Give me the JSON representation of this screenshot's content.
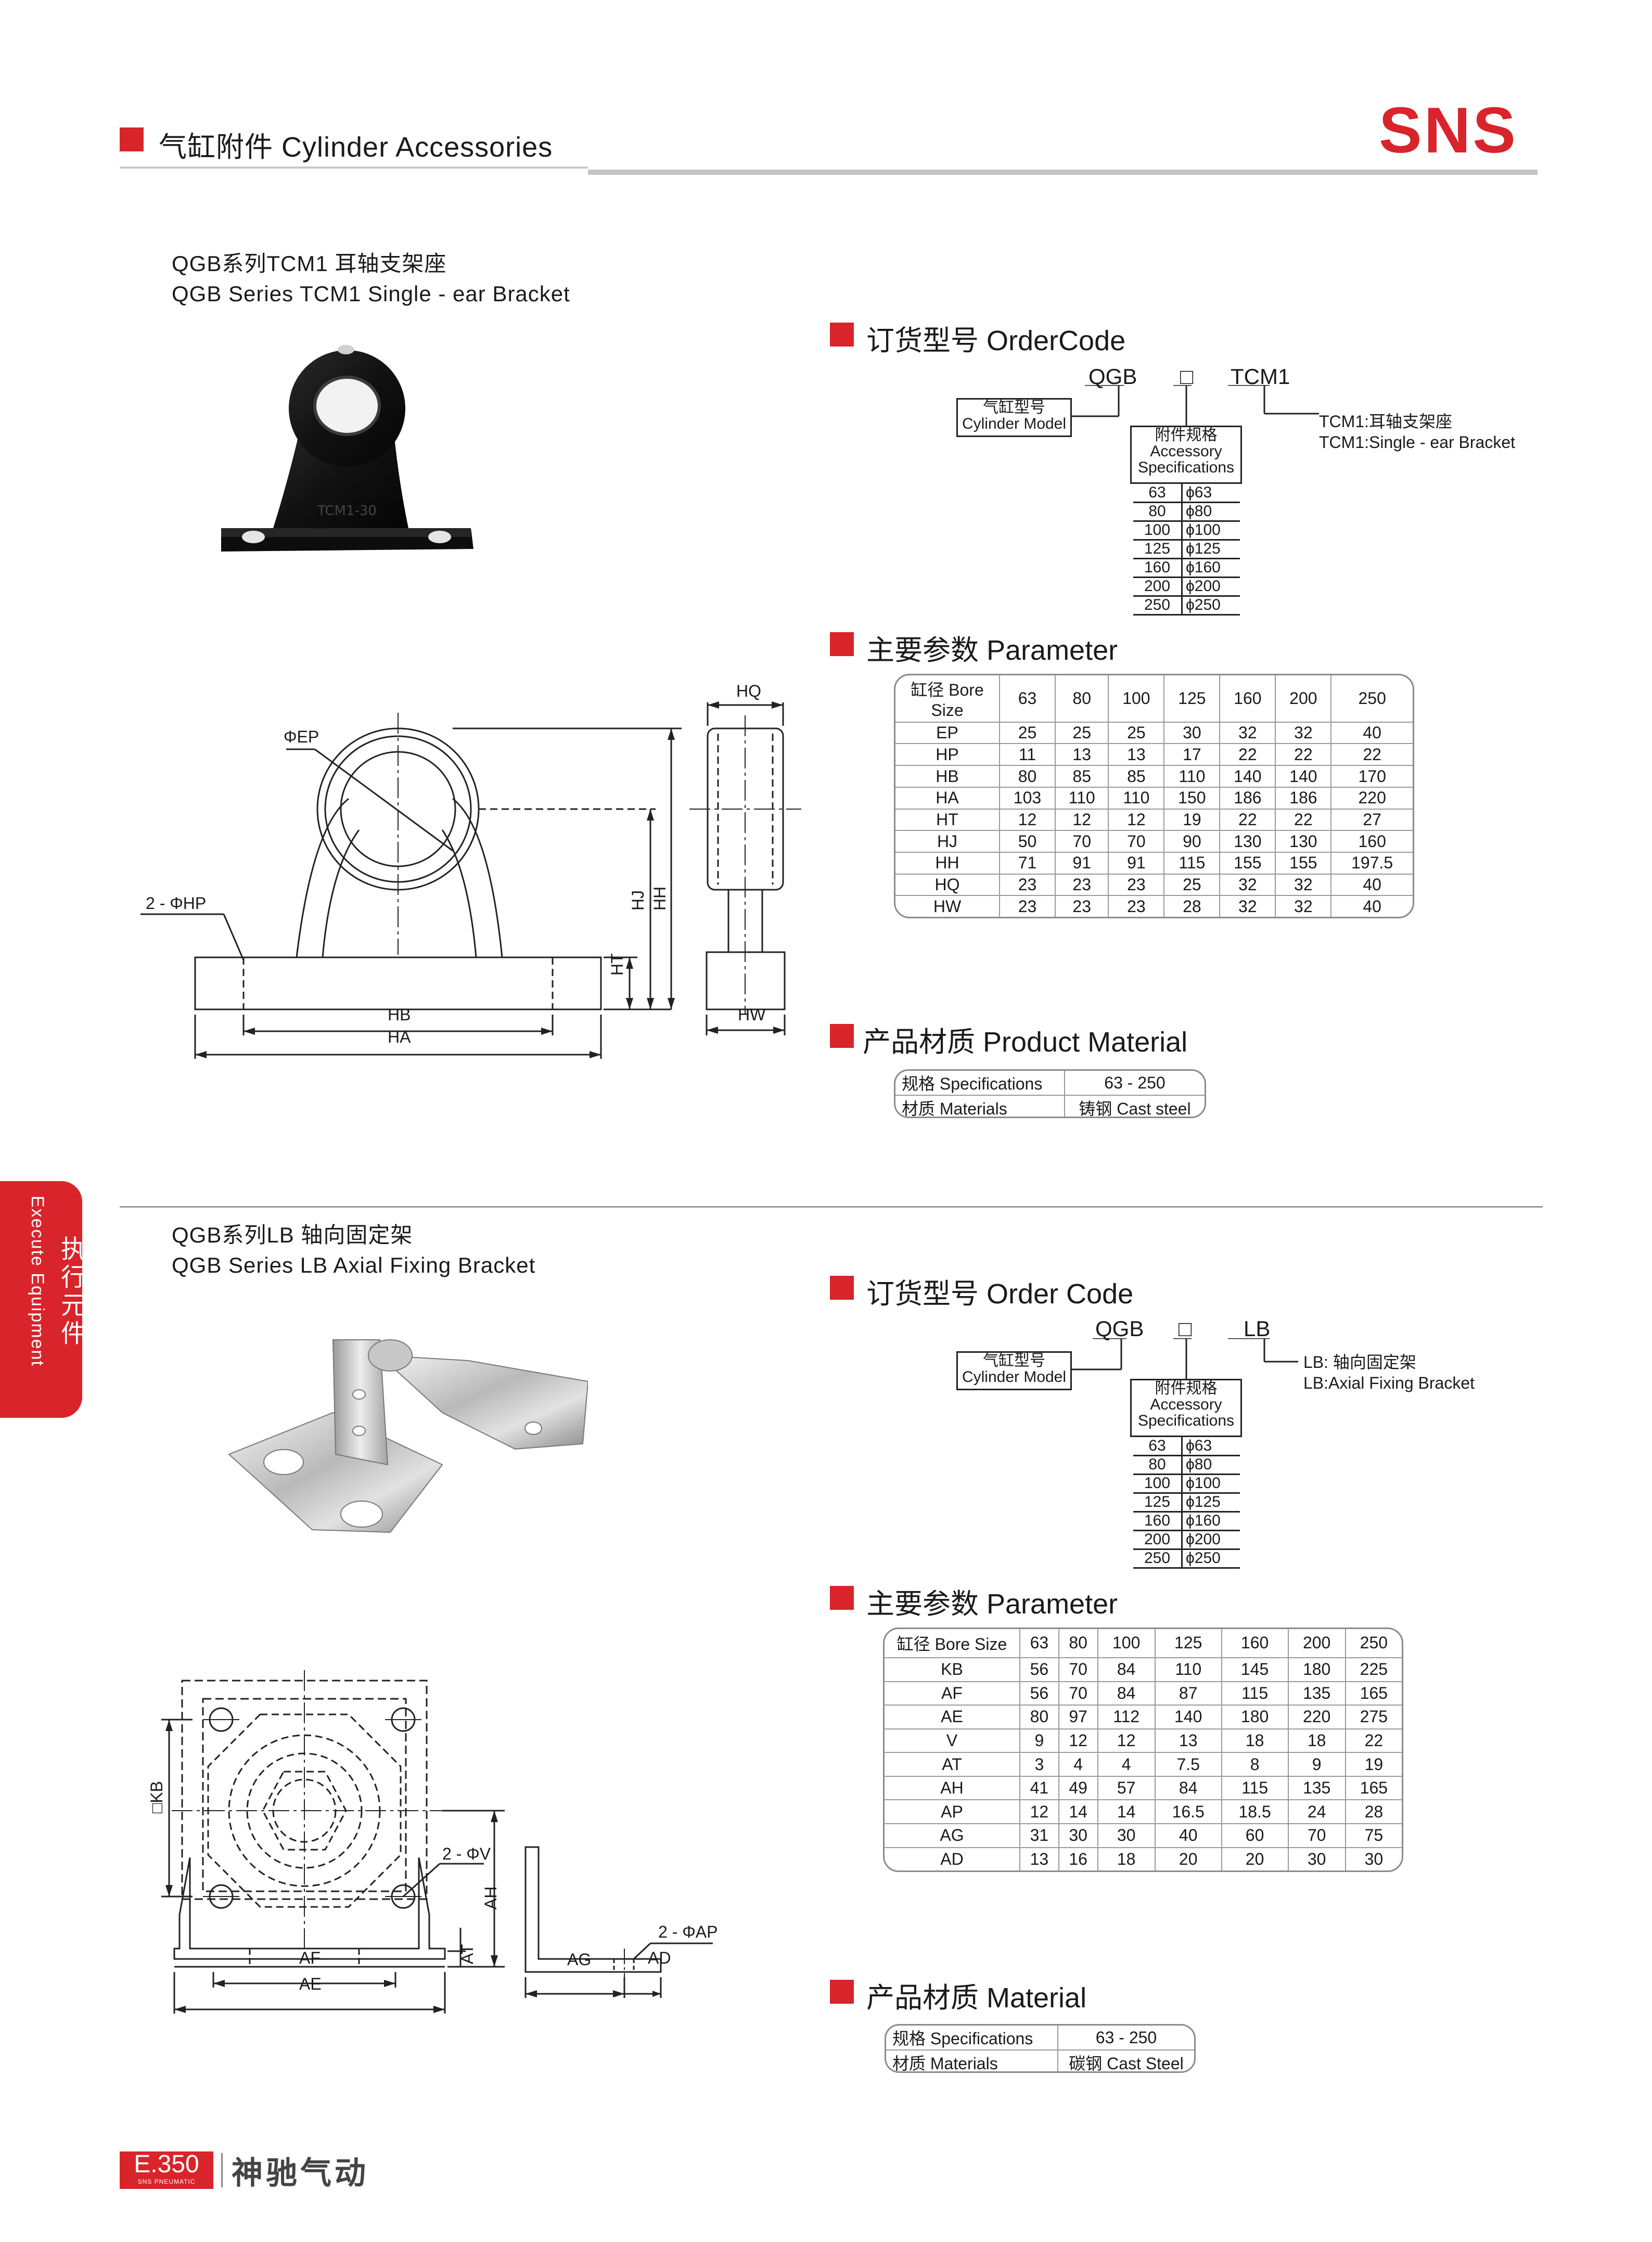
{
  "header": {
    "title": "气缸附件 Cylinder Accessories",
    "brand": "SNS"
  },
  "side_tab": {
    "zh": "执行元件",
    "en": "Execute Equipment"
  },
  "tcm1": {
    "title_zh": "QGB系列TCM1 耳轴支架座",
    "title_en": "QGB Series TCM1 Single - ear Bracket",
    "product_icon": "cast-bracket-photo",
    "order_code": {
      "heading": "订货型号 OrderCode",
      "prefix": "QGB",
      "placeholder": "□",
      "suffix": "TCM1",
      "model_label_zh": "气缸型号",
      "model_label_en": "Cylinder Model",
      "spec_label_zh": "附件规格",
      "spec_label_en1": "Accessory",
      "spec_label_en2": "Specifications",
      "suffix_desc_zh": "TCM1:耳轴支架座",
      "suffix_desc_en": "TCM1:Single - ear Bracket",
      "specs": [
        {
          "code": "63",
          "dia": "ϕ63"
        },
        {
          "code": "80",
          "dia": "ϕ80"
        },
        {
          "code": "100",
          "dia": "ϕ100"
        },
        {
          "code": "125",
          "dia": "ϕ125"
        },
        {
          "code": "160",
          "dia": "ϕ160"
        },
        {
          "code": "200",
          "dia": "ϕ200"
        },
        {
          "code": "250",
          "dia": "ϕ250"
        }
      ]
    },
    "parameter": {
      "heading": "主要参数 Parameter",
      "header": [
        "缸径 Bore Size",
        "63",
        "80",
        "100",
        "125",
        "160",
        "200",
        "250"
      ],
      "rows": [
        [
          "EP",
          "25",
          "25",
          "25",
          "30",
          "32",
          "32",
          "40"
        ],
        [
          "HP",
          "11",
          "13",
          "13",
          "17",
          "22",
          "22",
          "22"
        ],
        [
          "HB",
          "80",
          "85",
          "85",
          "110",
          "140",
          "140",
          "170"
        ],
        [
          "HA",
          "103",
          "110",
          "110",
          "150",
          "186",
          "186",
          "220"
        ],
        [
          "HT",
          "12",
          "12",
          "12",
          "19",
          "22",
          "22",
          "27"
        ],
        [
          "HJ",
          "50",
          "70",
          "70",
          "90",
          "130",
          "130",
          "160"
        ],
        [
          "HH",
          "71",
          "91",
          "91",
          "115",
          "155",
          "155",
          "197.5"
        ],
        [
          "HQ",
          "23",
          "23",
          "23",
          "25",
          "32",
          "32",
          "40"
        ],
        [
          "HW",
          "23",
          "23",
          "23",
          "28",
          "32",
          "32",
          "40"
        ]
      ]
    },
    "material": {
      "heading": "产品材质 Product Material",
      "rows": [
        [
          "规格 Specifications",
          "63 - 250"
        ],
        [
          "材质 Materials",
          "铸钢 Cast steel"
        ]
      ]
    },
    "drawing": {
      "ep": "ΦEP",
      "hp": "2 - ΦHP",
      "hb": "HB",
      "ha": "HA",
      "hj": "HJ",
      "hh": "HH",
      "ht": "HT",
      "hq": "HQ",
      "hw": "HW"
    }
  },
  "lb": {
    "title_zh": "QGB系列LB 轴向固定架",
    "title_en": "QGB Series LB Axial Fixing Bracket",
    "product_icon": "steel-bracket-photo",
    "order_code": {
      "heading": "订货型号 Order Code",
      "prefix": "QGB",
      "placeholder": "□",
      "suffix": "LB",
      "model_label_zh": "气缸型号",
      "model_label_en": "Cylinder Model",
      "spec_label_zh": "附件规格",
      "spec_label_en1": "Accessory",
      "spec_label_en2": "Specifications",
      "suffix_desc_zh": "LB: 轴向固定架",
      "suffix_desc_en": "LB:Axial Fixing Bracket",
      "specs": [
        {
          "code": "63",
          "dia": "ϕ63"
        },
        {
          "code": "80",
          "dia": "ϕ80"
        },
        {
          "code": "100",
          "dia": "ϕ100"
        },
        {
          "code": "125",
          "dia": "ϕ125"
        },
        {
          "code": "160",
          "dia": "ϕ160"
        },
        {
          "code": "200",
          "dia": "ϕ200"
        },
        {
          "code": "250",
          "dia": "ϕ250"
        }
      ]
    },
    "parameter": {
      "heading": "主要参数 Parameter",
      "header": [
        "缸径 Bore Size",
        "63",
        "80",
        "100",
        "125",
        "160",
        "200",
        "250"
      ],
      "rows": [
        [
          "KB",
          "56",
          "70",
          "84",
          "110",
          "145",
          "180",
          "225"
        ],
        [
          "AF",
          "56",
          "70",
          "84",
          "87",
          "115",
          "135",
          "165"
        ],
        [
          "AE",
          "80",
          "97",
          "112",
          "140",
          "180",
          "220",
          "275"
        ],
        [
          "V",
          "9",
          "12",
          "12",
          "13",
          "18",
          "18",
          "22"
        ],
        [
          "AT",
          "3",
          "4",
          "4",
          "7.5",
          "8",
          "9",
          "19"
        ],
        [
          "AH",
          "41",
          "49",
          "57",
          "84",
          "115",
          "135",
          "165"
        ],
        [
          "AP",
          "12",
          "14",
          "14",
          "16.5",
          "18.5",
          "24",
          "28"
        ],
        [
          "AG",
          "31",
          "30",
          "30",
          "40",
          "60",
          "70",
          "75"
        ],
        [
          "AD",
          "13",
          "16",
          "18",
          "20",
          "20",
          "30",
          "30"
        ]
      ]
    },
    "material": {
      "heading": "产品材质 Material",
      "rows": [
        [
          "规格 Specifications",
          "63 - 250"
        ],
        [
          "材质 Materials",
          "碳钢 Cast Steel"
        ]
      ]
    },
    "drawing": {
      "kb": "□KB",
      "v": "2 - ΦV",
      "ap": "2 - ΦAP",
      "at": "AT",
      "ah": "AH",
      "af": "AF",
      "ae": "AE",
      "ag": "AG",
      "ad": "AD"
    }
  },
  "footer": {
    "page": "E.350",
    "tag": "SNS PNEUMATIC",
    "brand": "神驰气动"
  }
}
